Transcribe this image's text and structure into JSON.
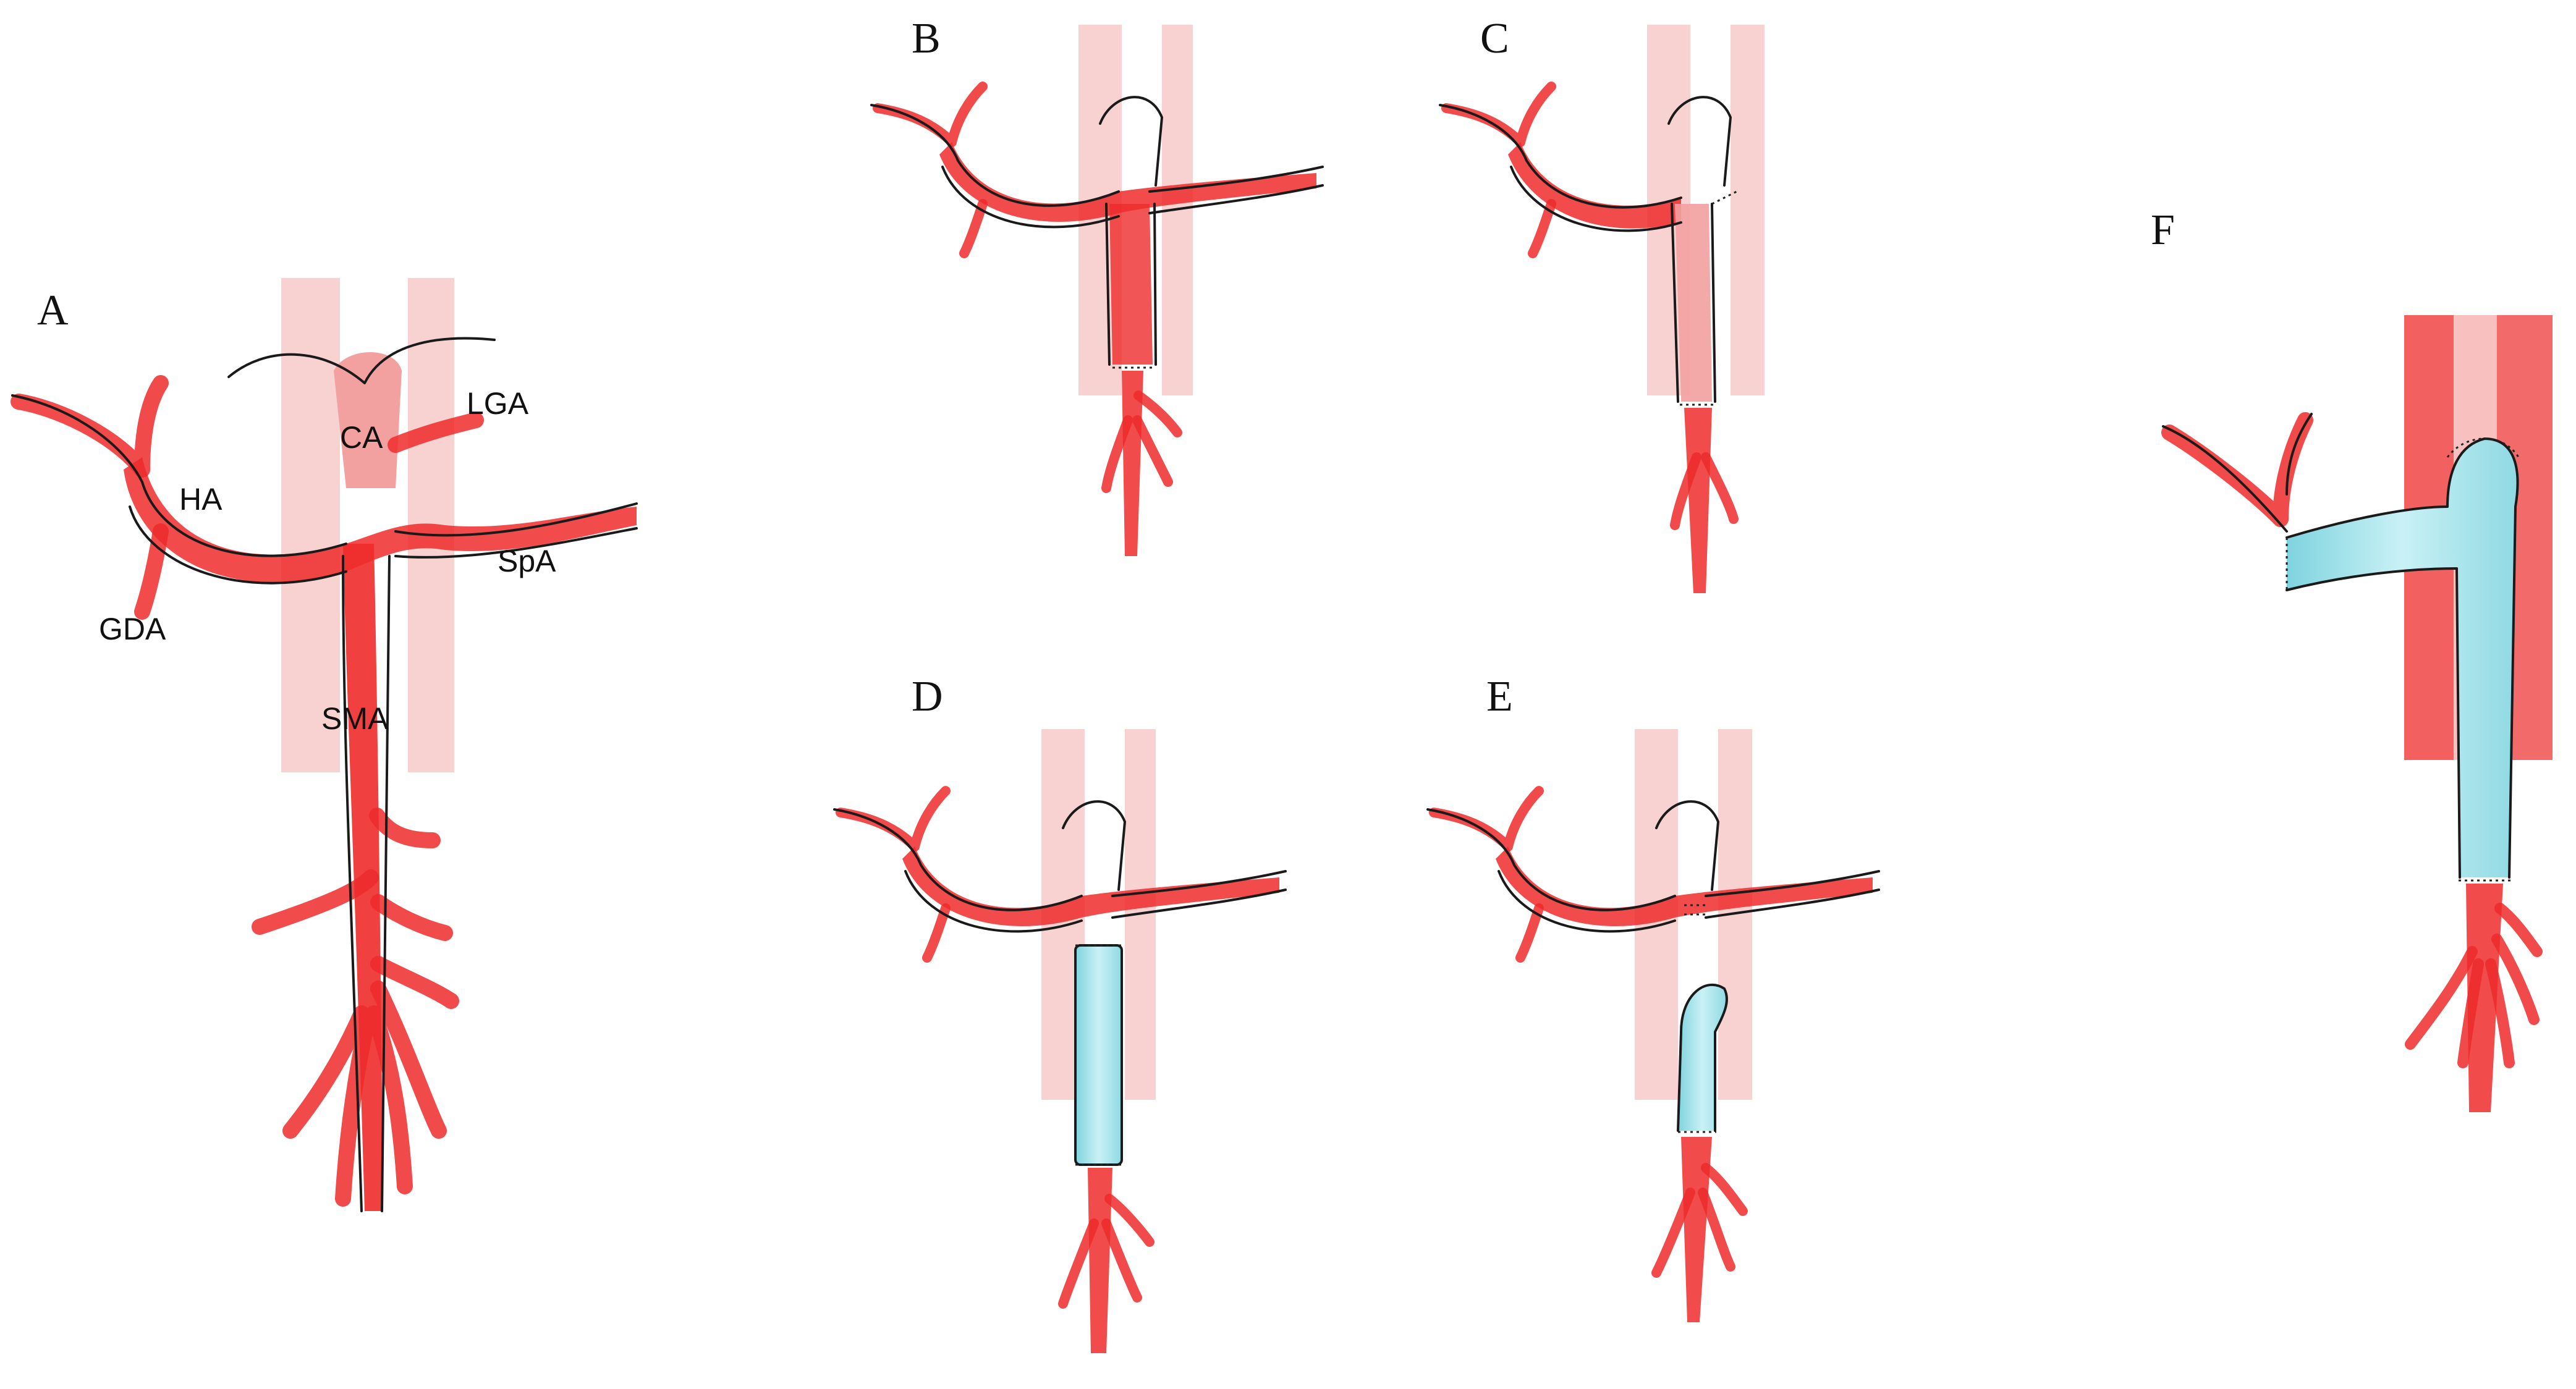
{
  "panels": {
    "A": {
      "letter": "A",
      "labels": {
        "ca": "CA",
        "lga": "LGA",
        "ha": "HA",
        "spa": "SpA",
        "gda": "GDA",
        "sma": "SMA"
      }
    },
    "B": {
      "letter": "B"
    },
    "C": {
      "letter": "C"
    },
    "D": {
      "letter": "D"
    },
    "E": {
      "letter": "E"
    },
    "F": {
      "letter": "F"
    }
  },
  "colors": {
    "artery": "#ee2b2b",
    "artery_light": "#f7a5a5",
    "aorta_band": "#f6c2c2",
    "graft": "#a8e4ec",
    "outline": "#1a1a1a"
  }
}
